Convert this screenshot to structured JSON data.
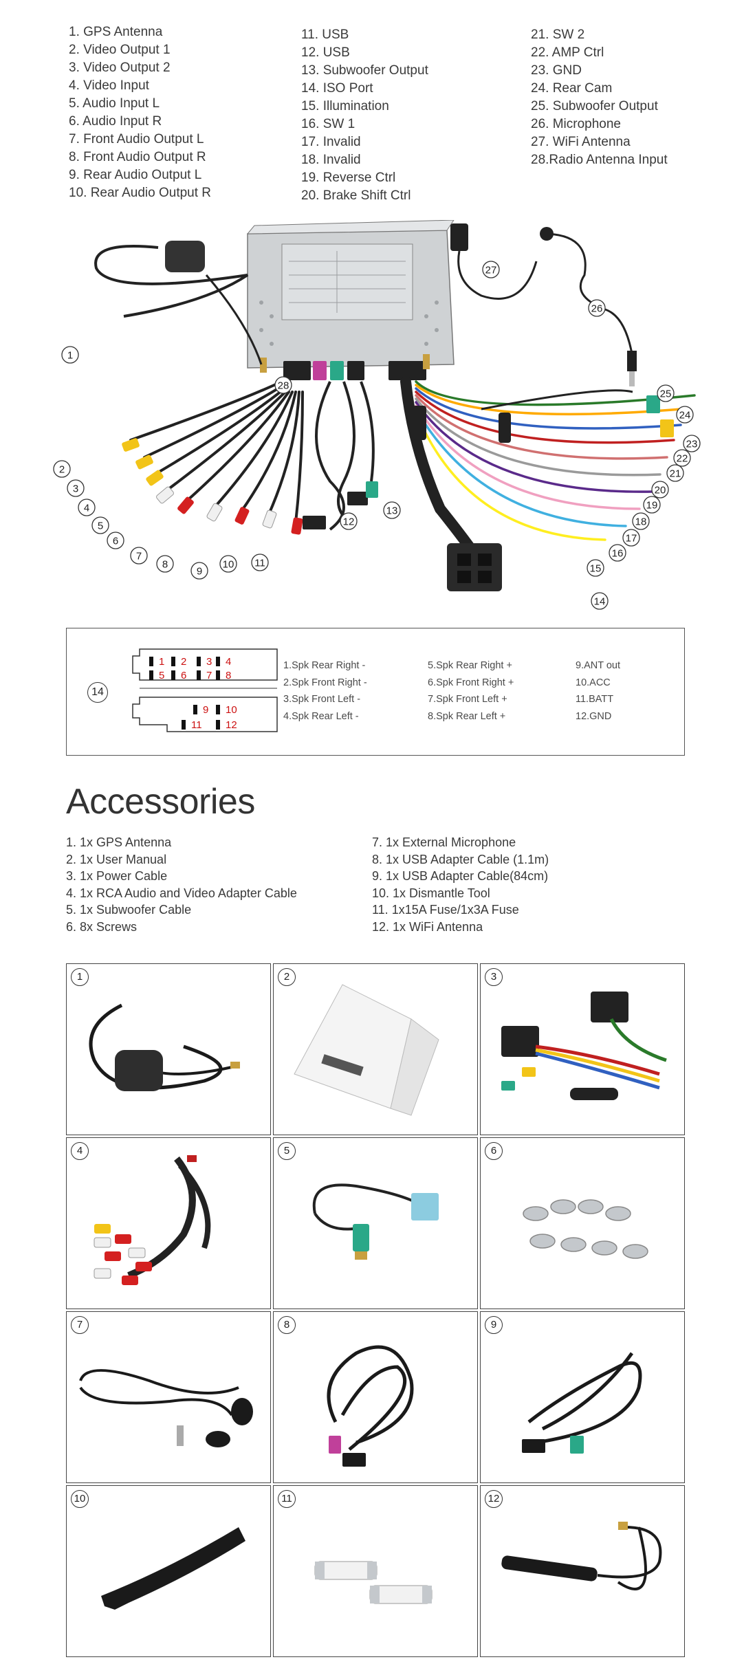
{
  "legend": {
    "col1": [
      "1. GPS Antenna",
      "2. Video Output 1",
      "3. Video Output 2",
      "4. Video Input",
      "5. Audio Input L",
      "6. Audio Input R",
      "7. Front Audio Output L",
      "8. Front Audio Output R",
      "9. Rear Audio Output L",
      "10. Rear Audio Output R"
    ],
    "col2": [
      "11. USB",
      "12. USB",
      "13. Subwoofer Output",
      "14. ISO Port",
      "15. Illumination",
      "16. SW 1",
      "17. Invalid",
      "18. Invalid",
      "19. Reverse Ctrl",
      "20. Brake Shift Ctrl"
    ],
    "col3": [
      "21. SW 2",
      "22. AMP Ctrl",
      "23. GND",
      "24. Rear Cam",
      "25. Subwoofer Output",
      "26. Microphone",
      "27. WiFi Antenna",
      "28.Radio Antenna Input"
    ]
  },
  "wiring": {
    "markers": [
      "1",
      "2",
      "3",
      "4",
      "5",
      "6",
      "7",
      "8",
      "9",
      "10",
      "11",
      "12",
      "13",
      "14",
      "15",
      "16",
      "17",
      "18",
      "19",
      "20",
      "21",
      "22",
      "23",
      "24",
      "25",
      "26",
      "27",
      "28"
    ]
  },
  "pin_box": {
    "number": "14",
    "pins": [
      "1",
      "2",
      "3",
      "4",
      "5",
      "6",
      "7",
      "8",
      "9",
      "10",
      "11",
      "12"
    ],
    "col1": [
      "1.Spk Rear Right -",
      "2.Spk Front Right -",
      "3.Spk Front Left -",
      "4.Spk Rear Left -"
    ],
    "col2": [
      "5.Spk Rear Right +",
      "6.Spk Front Right +",
      "7.Spk Front Left +",
      "8.Spk Rear Left +"
    ],
    "col3": [
      "9.ANT out",
      "10.ACC",
      "11.BATT",
      "12.GND"
    ],
    "pin_color": "#cc1111"
  },
  "accessories": {
    "title": "Accessories",
    "col1": [
      "1. 1x GPS Antenna",
      "2. 1x User Manual",
      "3. 1x Power Cable",
      "4. 1x RCA Audio and Video Adapter Cable",
      "5. 1x Subwoofer Cable",
      "6. 8x Screws"
    ],
    "col2": [
      "7. 1x External Microphone",
      "8. 1x USB Adapter Cable (1.1m)",
      "9. 1x USB Adapter Cable(84cm)",
      "10. 1x Dismantle Tool",
      "11. 1x15A Fuse/1x3A Fuse",
      "12. 1x WiFi Antenna"
    ]
  },
  "photos": [
    {
      "num": "1",
      "icon": "gps-antenna-photo"
    },
    {
      "num": "2",
      "icon": "user-manual-photo"
    },
    {
      "num": "3",
      "icon": "power-cable-photo"
    },
    {
      "num": "4",
      "icon": "rca-cable-photo"
    },
    {
      "num": "5",
      "icon": "subwoofer-cable-photo"
    },
    {
      "num": "6",
      "icon": "screws-photo"
    },
    {
      "num": "7",
      "icon": "microphone-photo"
    },
    {
      "num": "8",
      "icon": "usb-cable-long-photo"
    },
    {
      "num": "9",
      "icon": "usb-cable-short-photo"
    },
    {
      "num": "10",
      "icon": "dismantle-tool-photo"
    },
    {
      "num": "11",
      "icon": "fuses-photo"
    },
    {
      "num": "12",
      "icon": "wifi-antenna-photo"
    }
  ],
  "colors": {
    "border": "#444444",
    "text": "#3a3a3a",
    "rca_yellow": "#f2c418",
    "rca_red": "#d42020",
    "rca_white": "#f0f0f0",
    "teal": "#2aa888",
    "pink": "#c0409a"
  }
}
